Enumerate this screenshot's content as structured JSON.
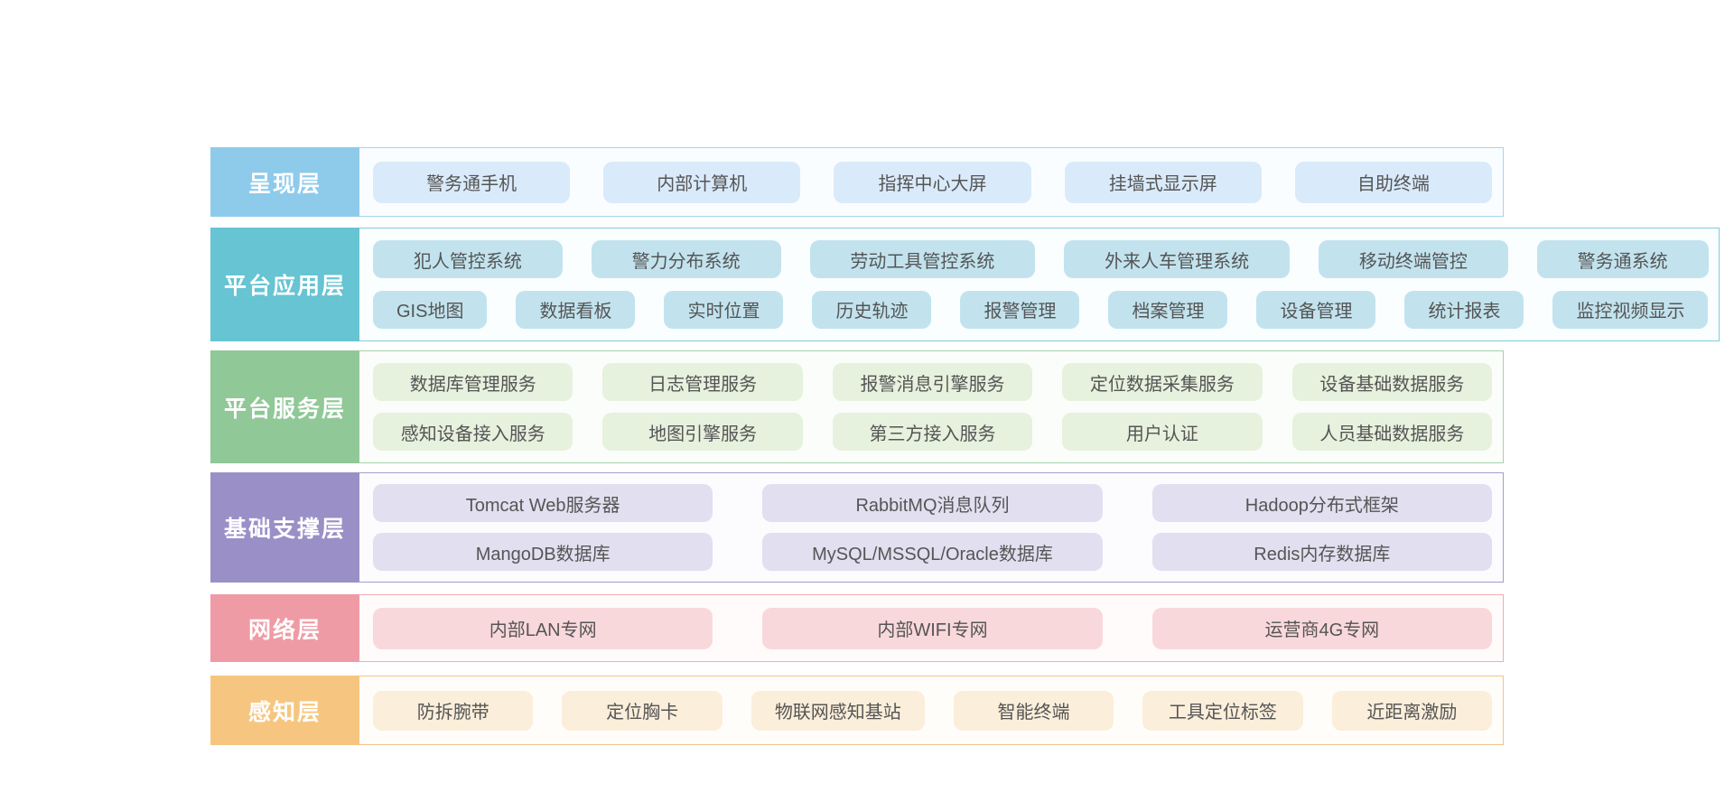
{
  "diagram": {
    "title": "",
    "item_text_color": "#555555",
    "label_text_color": "#ffffff",
    "layers": [
      {
        "id": "presentation",
        "label": "呈现层",
        "colors": {
          "label_bg": "#8ecbeb",
          "item_bg": "#d9eafb",
          "border": "#a6d4ee",
          "content_bg": "#fafdff"
        },
        "rows": [
          [
            "警务通手机",
            "内部计算机",
            "指挥中心大屏",
            "挂墙式显示屏",
            "自助终端"
          ]
        ]
      },
      {
        "id": "platform-app",
        "label": "平台应用层",
        "colors": {
          "label_bg": "#66c4d3",
          "item_bg": "#c2e3ee",
          "border": "#82ccd9",
          "content_bg": "#fbfeff"
        },
        "rows": [
          [
            "犯人管控系统",
            "警力分布系统",
            "劳动工具管控系统",
            "外来人车管理系统",
            "移动终端管控",
            "警务通系统"
          ],
          [
            "GIS地图",
            "数据看板",
            "实时位置",
            "历史轨迹",
            "报警管理",
            "档案管理",
            "设备管理",
            "统计报表",
            "监控视频显示"
          ]
        ]
      },
      {
        "id": "platform-service",
        "label": "平台服务层",
        "colors": {
          "label_bg": "#90c897",
          "item_bg": "#e6f1de",
          "border": "#a6d2aa",
          "content_bg": "#fbfdfa"
        },
        "rows": [
          [
            "数据库管理服务",
            "日志管理服务",
            "报警消息引擎服务",
            "定位数据采集服务",
            "设备基础数据服务"
          ],
          [
            "感知设备接入服务",
            "地图引擎服务",
            "第三方接入服务",
            "用户认证",
            "人员基础数据服务"
          ]
        ]
      },
      {
        "id": "infrastructure",
        "label": "基础支撑层",
        "colors": {
          "label_bg": "#9a90c7",
          "item_bg": "#e2dff0",
          "border": "#a79dcf",
          "content_bg": "#fcfbfe"
        },
        "rows": [
          [
            "Tomcat Web服务器",
            "RabbitMQ消息队列",
            "Hadoop分布式框架"
          ],
          [
            "MangoDB数据库",
            "MySQL/MSSQL/Oracle数据库",
            "Redis内存数据库"
          ]
        ]
      },
      {
        "id": "network",
        "label": "网络层",
        "colors": {
          "label_bg": "#ef9ba5",
          "item_bg": "#f9d8db",
          "border": "#f2acb3",
          "content_bg": "#fffbfb"
        },
        "rows": [
          [
            "内部LAN专网",
            "内部WIFI专网",
            "运营商4G专网"
          ]
        ]
      },
      {
        "id": "perception",
        "label": "感知层",
        "colors": {
          "label_bg": "#f6c680",
          "item_bg": "#fbeeda",
          "border": "#f2c488",
          "content_bg": "#fffdf9"
        },
        "rows": [
          [
            "防拆腕带",
            "定位胸卡",
            "物联网感知基站",
            "智能终端",
            "工具定位标签",
            "近距离激励"
          ]
        ]
      }
    ]
  }
}
